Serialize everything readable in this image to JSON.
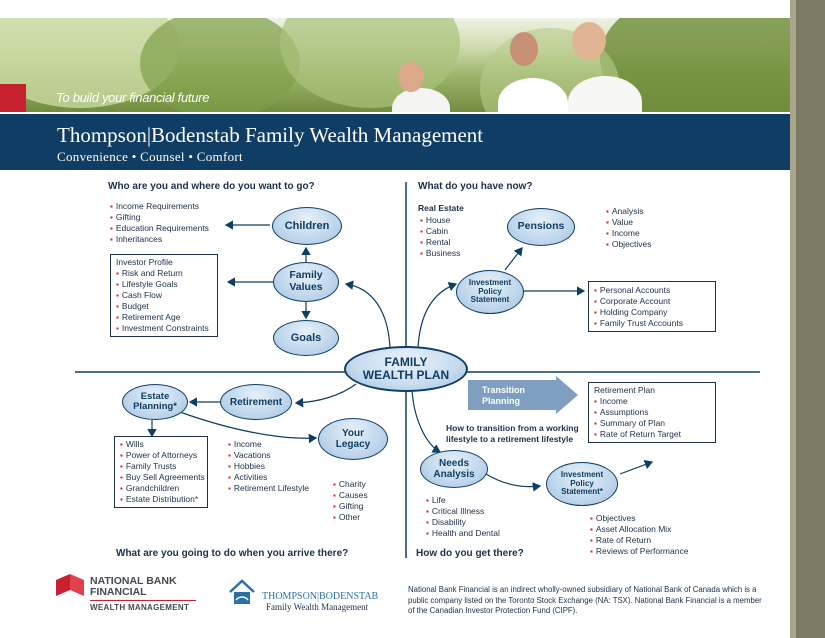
{
  "banner": {
    "tagline": "To build your financial future",
    "title": "Thompson|Bodenstab Family Wealth Management",
    "subtitle": "Convenience • Counsel • Comfort"
  },
  "quadrants": {
    "top_left_heading": "Who are you and where do you want to go?",
    "top_right_heading": "What do you have now?",
    "bottom_left_heading": "What are you going to do when you arrive there?",
    "bottom_right_heading": "How do you get there?"
  },
  "center": {
    "line1": "FAMILY",
    "line2": "WEALTH PLAN"
  },
  "nodes": {
    "children": "Children",
    "family_values_1": "Family",
    "family_values_2": "Values",
    "goals": "Goals",
    "pensions": "Pensions",
    "ips_top_1": "Investment",
    "ips_top_2": "Policy",
    "ips_top_3": "Statement",
    "estate_1": "Estate",
    "estate_2": "Planning*",
    "retirement": "Retirement",
    "legacy_1": "Your",
    "legacy_2": "Legacy",
    "needs_1": "Needs",
    "needs_2": "Analysis",
    "ips_bottom_1": "Investment",
    "ips_bottom_2": "Policy",
    "ips_bottom_3": "Statement*"
  },
  "lists": {
    "children_items": [
      "Income Requirements",
      "Gifting",
      "Education Requirements",
      "Inheritances"
    ],
    "investor_profile_title": "Investor Profile",
    "investor_profile": [
      "Risk and Return",
      "Lifestyle Goals",
      "Cash Flow",
      "Budget",
      "Retirement Age",
      "Investment Constraints"
    ],
    "real_estate_title": "Real Estate",
    "real_estate": [
      "House",
      "Cabin",
      "Rental",
      "Business"
    ],
    "pensions_items": [
      "Analysis",
      "Value",
      "Income",
      "Objectives"
    ],
    "accounts": [
      "Personal Accounts",
      "Corporate Account",
      "Holding Company",
      "Family Trust Accounts"
    ],
    "estate_items": [
      "Wills",
      "Power of Attorneys",
      "Family Trusts",
      "Buy Sell Agreements",
      "Grandchildren",
      "Estate Distribution*"
    ],
    "retirement_items": [
      "Income",
      "Vacations",
      "Hobbies",
      "Activities",
      "Retirement Lifestyle"
    ],
    "legacy_items": [
      "Charity",
      "Causes",
      "Gifting",
      "Other"
    ],
    "transition_line1": "How to transition from a working",
    "transition_line2": "lifestyle to a retirement lifestyle",
    "retirement_plan_title": "Retirement Plan",
    "retirement_plan": [
      "Income",
      "Assumptions",
      "Summary of Plan",
      "Rate of Return Target"
    ],
    "needs_items": [
      "Life",
      "Critical Illness",
      "Disability",
      "Health and Dental"
    ],
    "ips_bottom_items": [
      "Objectives",
      "Asset Allocation Mix",
      "Rate of Return",
      "Reviews of Performance"
    ]
  },
  "transition_banner": {
    "line1": "Transition",
    "line2": "Planning"
  },
  "footer": {
    "nbf_line1": "NATIONAL BANK",
    "nbf_line2": "FINANCIAL",
    "nbf_line3": "WEALTH MANAGEMENT",
    "tb_line1": "THOMPSON|BODENSTAB",
    "tb_line2": "Family Wealth Management",
    "disclaimer": "National Bank Financial is an indirect wholly-owned subsidiary of National Bank of Canada which is a public company listed on the Toronto Stock Exchange (NA: TSX). National Bank Financial is a member of the Canadian Investor Protection Fund (CIPF)."
  },
  "colors": {
    "navy": "#0f3d63",
    "accent_red": "#c7202e",
    "side_tab": "#7d7a63",
    "oval_fill": "#bcd4ea",
    "transition_arrow": "#7e9fc0"
  }
}
